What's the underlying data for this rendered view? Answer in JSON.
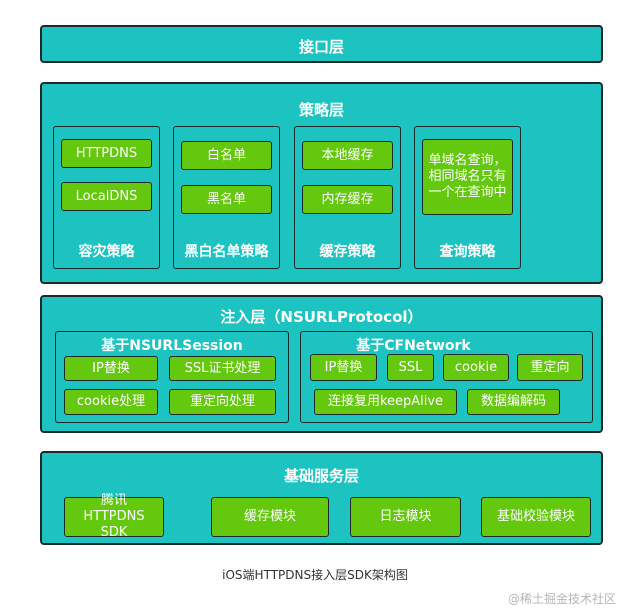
{
  "interface_layer": {
    "title": "接口层"
  },
  "strategy_layer": {
    "title": "策略层",
    "groups": [
      {
        "items": [
          "HTTPDNS",
          "LocalDNS"
        ],
        "label": "容灾策略"
      },
      {
        "items": [
          "白名单",
          "黑名单"
        ],
        "label": "黑白名单策略"
      },
      {
        "items": [
          "本地缓存",
          "内存缓存"
        ],
        "label": "缓存策略"
      },
      {
        "items": [
          "单域名查询，相同域名只有一个在查询中"
        ],
        "label": "查询策略"
      }
    ]
  },
  "inject_layer": {
    "title": "注入层（NSURLProtocol）",
    "groups": [
      {
        "label": "基于NSURLSession",
        "items": [
          "IP替换",
          "SSL证书处理",
          "cookie处理",
          "重定向处理"
        ]
      },
      {
        "label": "基于CFNetwork",
        "items": [
          "IP替换",
          "SSL",
          "cookie",
          "重定向",
          "连接复用keepAlive",
          "数据编解码"
        ]
      }
    ]
  },
  "base_layer": {
    "title": "基础服务层",
    "items": [
      "腾讯HTTPDNS SDK",
      "缓存模块",
      "日志模块",
      "基础校验模块"
    ]
  },
  "caption": "iOS端HTTPDNS接入层SDK架构图",
  "watermark": "@稀土掘金技术社区",
  "colors": {
    "layer_fill": "#1cc3c0",
    "item_fill": "#64c80e",
    "border": "#1d2a2a"
  }
}
